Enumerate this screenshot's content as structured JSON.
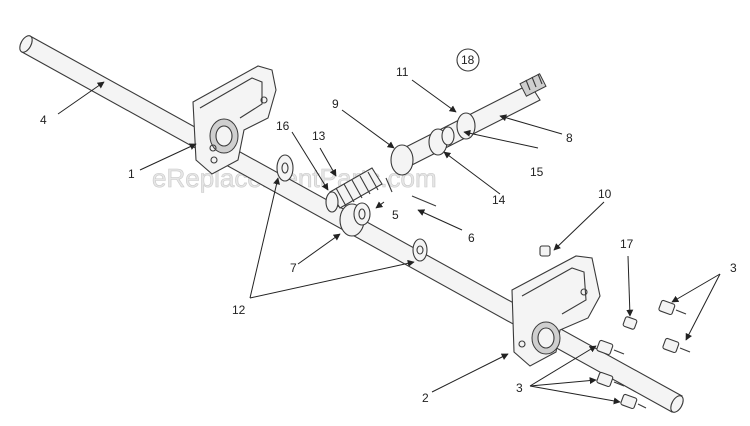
{
  "watermark": "eReplacementParts.com",
  "callouts": {
    "c1": "1",
    "c2": "2",
    "c3a": "3",
    "c3b": "3",
    "c4": "4",
    "c5": "5",
    "c6": "6",
    "c7": "7",
    "c8": "8",
    "c9": "9",
    "c10": "10",
    "c11": "11",
    "c12": "12",
    "c13": "13",
    "c14": "14",
    "c15": "15",
    "c16": "16",
    "c17": "17",
    "c18": "18"
  },
  "colors": {
    "line": "#3a3a3a",
    "text": "#222222",
    "watermark": "#d6d6d6"
  }
}
